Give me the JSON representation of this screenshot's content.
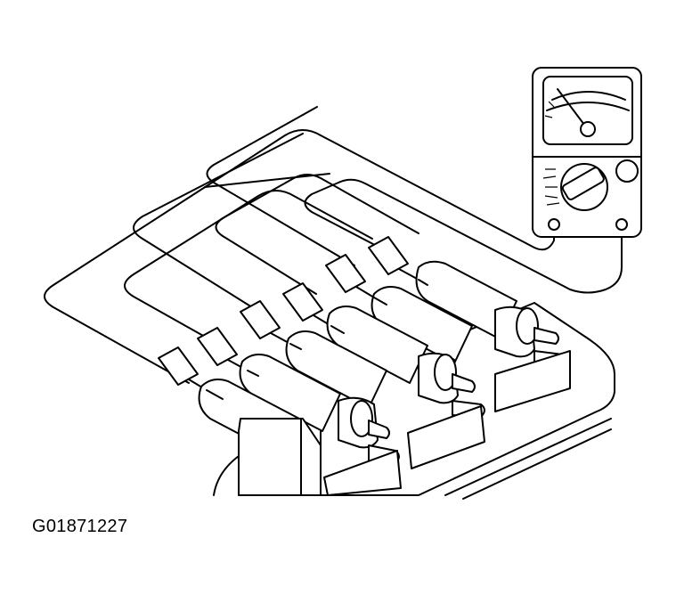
{
  "figure": {
    "id_label": "G01871227"
  },
  "parts": {
    "meter_icon": "analog-multimeter",
    "coil_icon": "ignition-coil",
    "probe_icon": "test-lead-probe"
  },
  "colors": {
    "line": "#000000",
    "background": "#ffffff"
  }
}
